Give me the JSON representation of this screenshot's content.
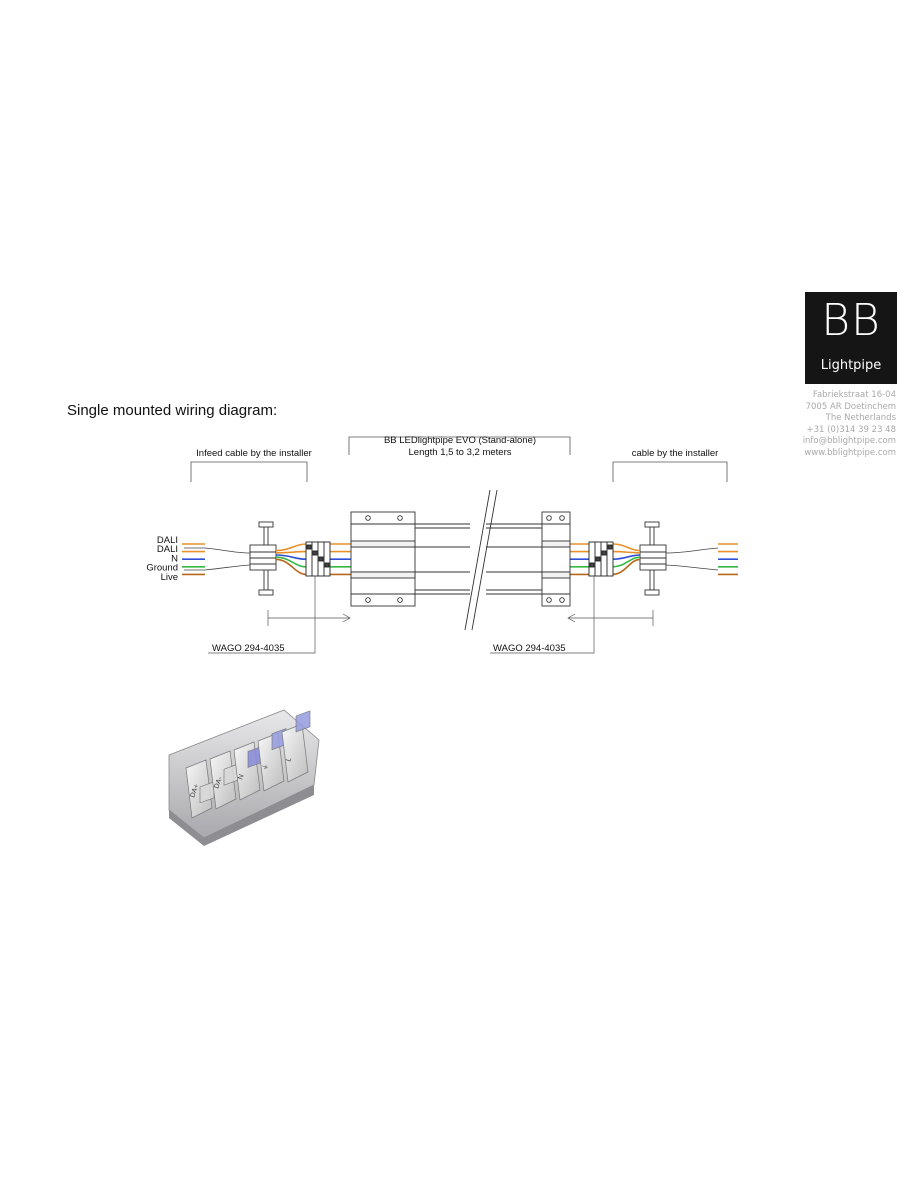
{
  "logo": {
    "mark": "BB",
    "name": "Lightpipe"
  },
  "address": {
    "street": "Fabriekstraat 16-04",
    "city": "7005 AR Doetinchem",
    "country": "The Netherlands",
    "phone": "+31 (0)314 39 23 48",
    "email": "info@bblightpipe.com",
    "web": "www.bblightpipe.com"
  },
  "page": {
    "title": "Single mounted wiring diagram:"
  },
  "diagram": {
    "infeed_label": "Infeed cable by the installer",
    "product_label": "BB LEDlightpipe EVO (Stand-alone)",
    "length_label": "Length 1,5 to 3,2 meters",
    "outfeed_label": "cable by the installer",
    "wires": [
      {
        "label": "DALI",
        "color": "#e8902a"
      },
      {
        "label": "DALI",
        "color": "#e8902a"
      },
      {
        "label": "N",
        "color": "#2f4fd6"
      },
      {
        "label": "Ground",
        "color": "#35b844"
      },
      {
        "label": "Live",
        "color": "#b8681c"
      }
    ],
    "connector_left": "WAGO 294-4035",
    "connector_right": "WAGO 294-4035"
  },
  "photo": {
    "slot_labels": [
      "DA+",
      "DA-",
      "N",
      "⏚",
      "L"
    ]
  }
}
